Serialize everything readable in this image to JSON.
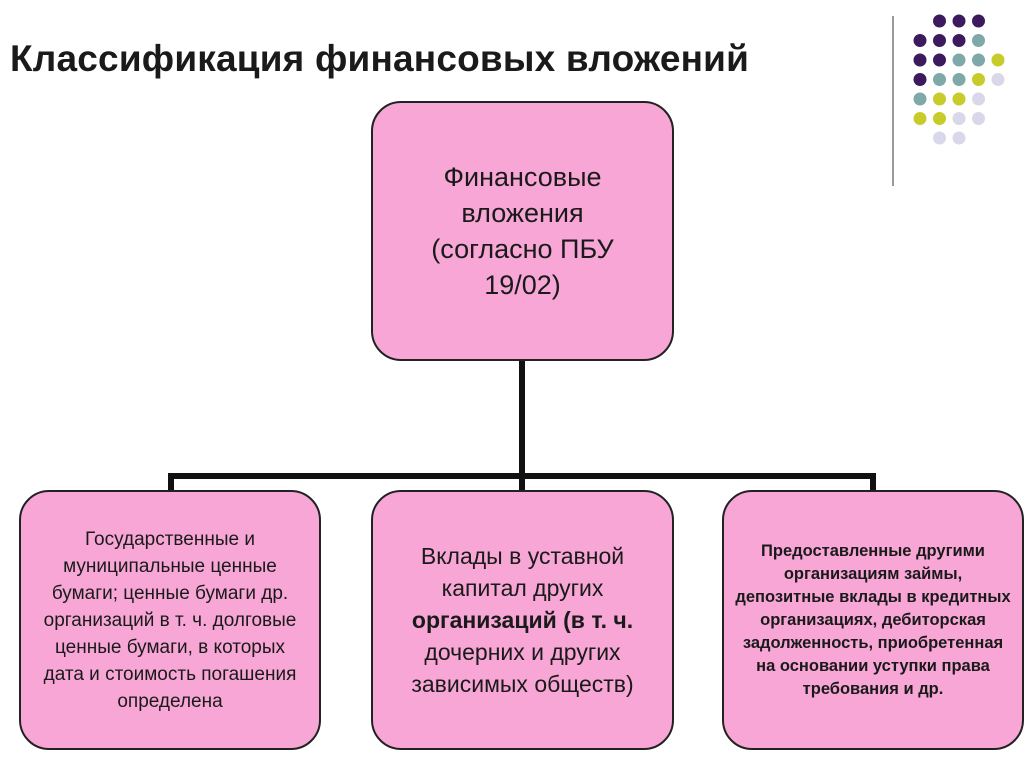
{
  "title": "Классификация финансовых вложений",
  "root": {
    "text": "Финансовые вложения (согласно ПБУ 19/02)"
  },
  "children": [
    {
      "text": "Государственные и муниципальные ценные бумаги; ценные бумаги др. организаций в т. ч. долговые ценные бумаги, в которых дата и стоимость погашения определена"
    },
    {
      "text_1": "Вклады в уставной капитал других",
      "text_2": "организаций (в т. ч.",
      "text_3": "дочерних и других зависимых обществ)"
    },
    {
      "text": "Предоставленные другими организациям займы, депозитные вклады в кредитных организациях, дебиторская задолженность, приобретенная на основании уступки права требования и др."
    }
  ],
  "colors": {
    "box_fill": "#f7a6d6",
    "box_border": "#222222",
    "connector": "#111111",
    "dot_purple": "#3d1a5e",
    "dot_teal": "#7fa8a8",
    "dot_lime": "#c8cc2a",
    "dot_lavender": "#d8d8ea"
  }
}
